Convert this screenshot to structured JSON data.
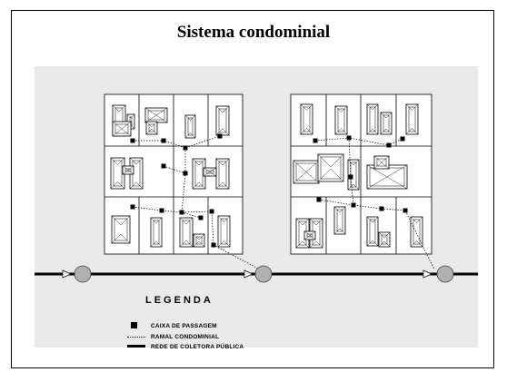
{
  "title": "Sistema condominial",
  "legend": {
    "heading": "LEGENDA",
    "items": [
      {
        "label": "CAIXA DE PASSAGEM",
        "symbol": "box"
      },
      {
        "label": "RAMAL CONDOMINIAL",
        "symbol": "dotted-line"
      },
      {
        "label": "REDE DE COLETORA PÚBLICA",
        "symbol": "thick-line"
      }
    ]
  },
  "colors": {
    "background_area": "#eaeaea",
    "manhole": "#b0b0b0",
    "lines": "#000000"
  }
}
